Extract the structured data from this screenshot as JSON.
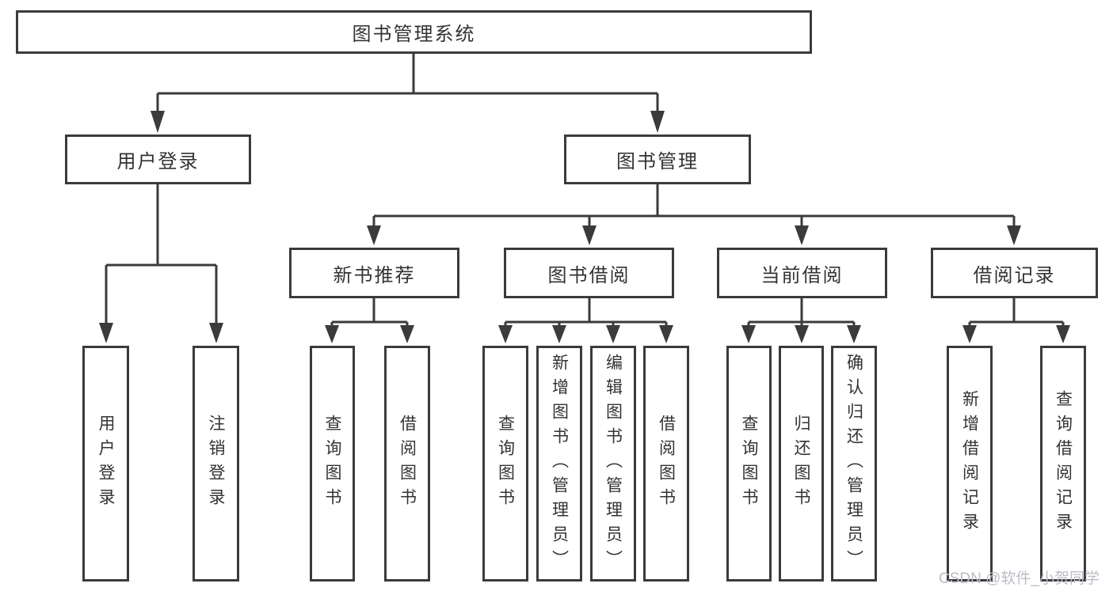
{
  "root": {
    "label": "图书管理系统"
  },
  "level2": {
    "user_login": {
      "label": "用户登录"
    },
    "book_mgmt": {
      "label": "图书管理"
    }
  },
  "level3": {
    "new_books": {
      "label": "新书推荐"
    },
    "borrowing": {
      "label": "图书借阅"
    },
    "current": {
      "label": "当前借阅"
    },
    "records": {
      "label": "借阅记录"
    }
  },
  "leaves": {
    "login": {
      "label": "用户登录"
    },
    "logout": {
      "label": "注销登录"
    },
    "nb_query": {
      "label": "查询图书"
    },
    "nb_borrow": {
      "label": "借阅图书"
    },
    "bw_query": {
      "label": "查询图书"
    },
    "bw_add": {
      "label": "新增图书（管理员）"
    },
    "bw_edit": {
      "label": "编辑图书（管理员）"
    },
    "bw_borrow": {
      "label": "借阅图书"
    },
    "cur_query": {
      "label": "查询图书"
    },
    "cur_return": {
      "label": "归还图书"
    },
    "cur_confirm": {
      "label": "确认归还（管理员）"
    },
    "rec_add": {
      "label": "新增借阅记录"
    },
    "rec_query": {
      "label": "查询借阅记录"
    }
  },
  "watermark": {
    "text": "CSDN @软件_小贺同学"
  },
  "colors": {
    "line": "#3b3b3b",
    "text": "#333333",
    "watermark": "#b9bdc4",
    "background": "#ffffff"
  }
}
